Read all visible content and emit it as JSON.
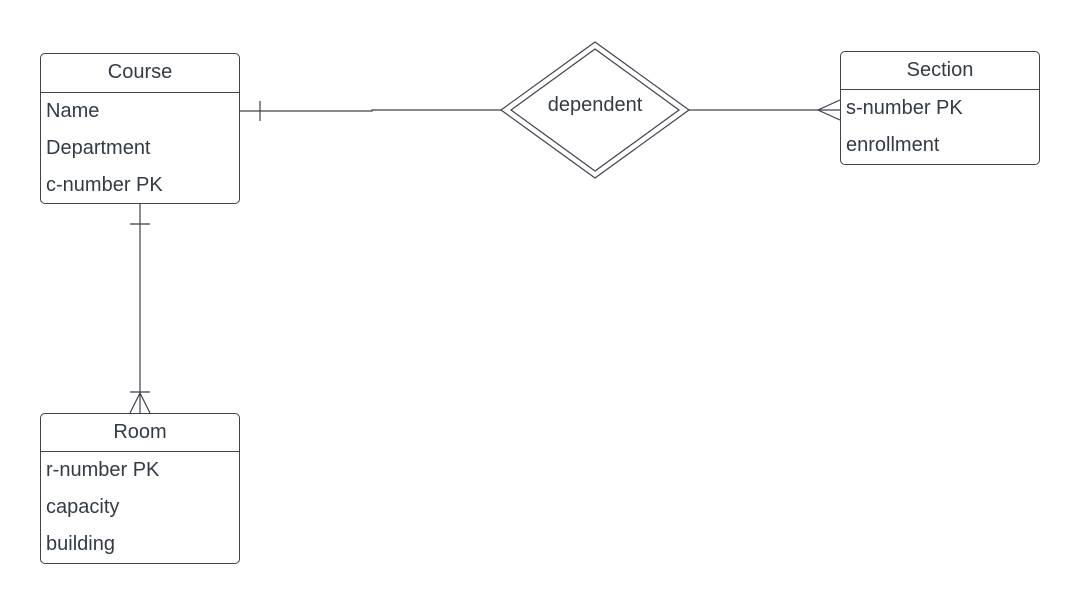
{
  "entities": {
    "course": {
      "name": "Course",
      "attributes": [
        "Name",
        "Department",
        "c-number PK"
      ]
    },
    "section": {
      "name": "Section",
      "attributes": [
        "s-number PK",
        "enrollment"
      ]
    },
    "room": {
      "name": "Room",
      "attributes": [
        "r-number PK",
        "capacity",
        "building"
      ]
    }
  },
  "relationships": {
    "dependent": {
      "label": "dependent",
      "type": "identifying"
    }
  },
  "connections": [
    {
      "from": "Course",
      "to": "dependent",
      "cardinality_at_from": "one"
    },
    {
      "from": "dependent",
      "to": "Section",
      "cardinality_at_to": "many"
    },
    {
      "from": "Course",
      "to": "Room",
      "cardinality_at_from": "one",
      "cardinality_at_to": "one-or-many"
    }
  ],
  "colors": {
    "stroke": "#3d434b",
    "text": "#333b45",
    "background": "#ffffff"
  }
}
